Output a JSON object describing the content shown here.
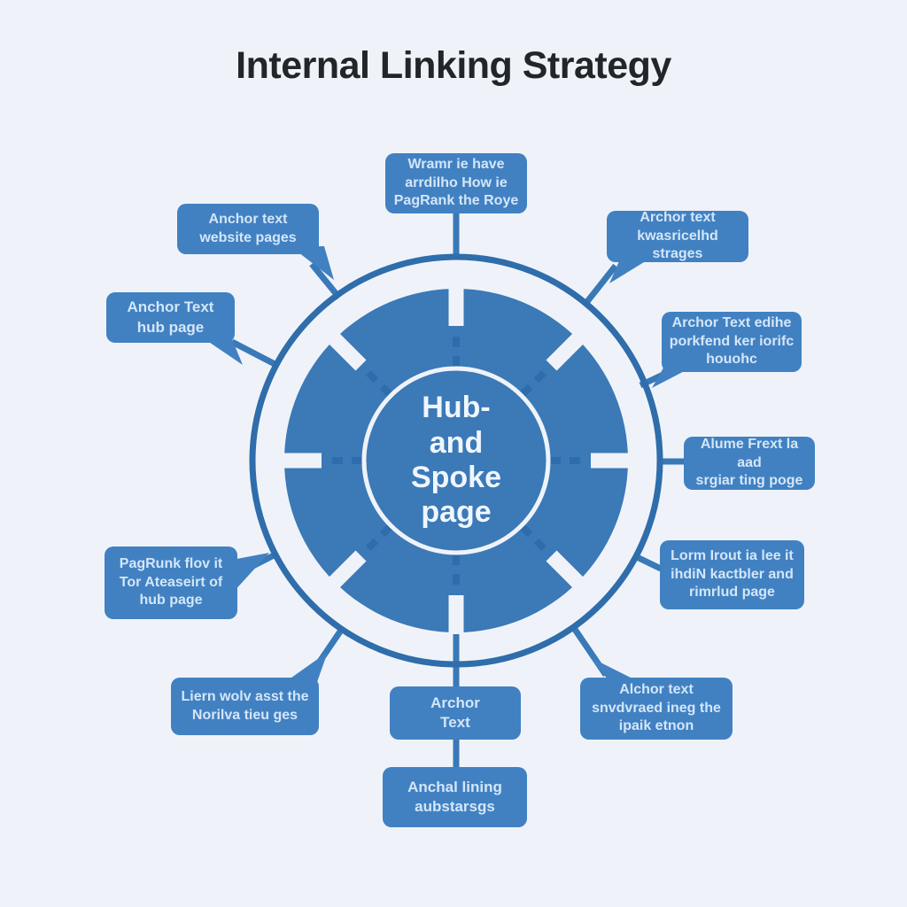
{
  "title": "Internal Linking Strategy",
  "hub": {
    "label": "Hub-\nand\nSpoke\npage"
  },
  "colors": {
    "background": "#eff3f9",
    "node_blue": "#4181c2",
    "disc_blue": "#3b79b7",
    "ring_blue": "#2f6dab",
    "dash_blue": "#2e6cac",
    "connector_blue": "#3a79b7",
    "node_text": "#d4e6f8",
    "hub_text": "#eff6ff",
    "title_color": "#232629"
  },
  "nodes": [
    {
      "id": "top",
      "label": "Wramr ie have\narrdilho How ie\nPagRank the Roye"
    },
    {
      "id": "top-left",
      "label": "Anchor text\nwebsite pages"
    },
    {
      "id": "left-upper",
      "label": "Anchor Text\nhub page"
    },
    {
      "id": "top-right",
      "label": "Archor text\nkwasricelhd strages"
    },
    {
      "id": "right-upper",
      "label": "Archor Text edihe\nporkfend ker iorifc\nhouohc"
    },
    {
      "id": "right-mid",
      "label": "Alume Frext la aad\nsrgiar ting poge"
    },
    {
      "id": "right-lower",
      "label": "Lorm Irout ia lee it\nihdiN kactbler and\nrimrlud page"
    },
    {
      "id": "bottom-right",
      "label": "Alchor text\nsnvdvraed ineg the\nipaik etnon"
    },
    {
      "id": "bottom-center",
      "label": "Archor\nText"
    },
    {
      "id": "bottom",
      "label": "Anchal lining\naubstarsgs"
    },
    {
      "id": "bottom-left",
      "label": "Liern wolv asst the\nNorilva tieu ges"
    },
    {
      "id": "left-lower",
      "label": "PagRunk flov it\nTor Ateaseirt of\nhub page"
    }
  ]
}
